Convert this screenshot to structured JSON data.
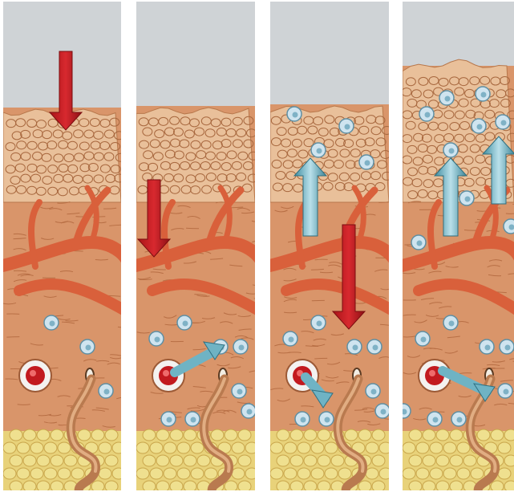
{
  "figure": {
    "panels": [
      {
        "id": "stage-1",
        "arrows": [
          {
            "kind": "red-down"
          }
        ]
      },
      {
        "id": "stage-2",
        "arrows": [
          {
            "kind": "red-down"
          },
          {
            "kind": "blue-diagonal"
          }
        ]
      },
      {
        "id": "stage-3",
        "arrows": [
          {
            "kind": "blue-up"
          },
          {
            "kind": "red-down"
          },
          {
            "kind": "blue-curved"
          }
        ]
      },
      {
        "id": "stage-4",
        "arrows": [
          {
            "kind": "blue-up"
          },
          {
            "kind": "blue-up"
          },
          {
            "kind": "blue-diagonal"
          }
        ]
      }
    ],
    "colors": {
      "sky": "#cfd3d6",
      "epidermis": "#e9c09a",
      "dermis": "#d9956a",
      "capillary": "#d9603b",
      "fat": "#efe08f",
      "red_arrow": "#d8292f",
      "blue_arrow": "#6fb3c4",
      "blue_cell": "#cfe4ef"
    }
  }
}
